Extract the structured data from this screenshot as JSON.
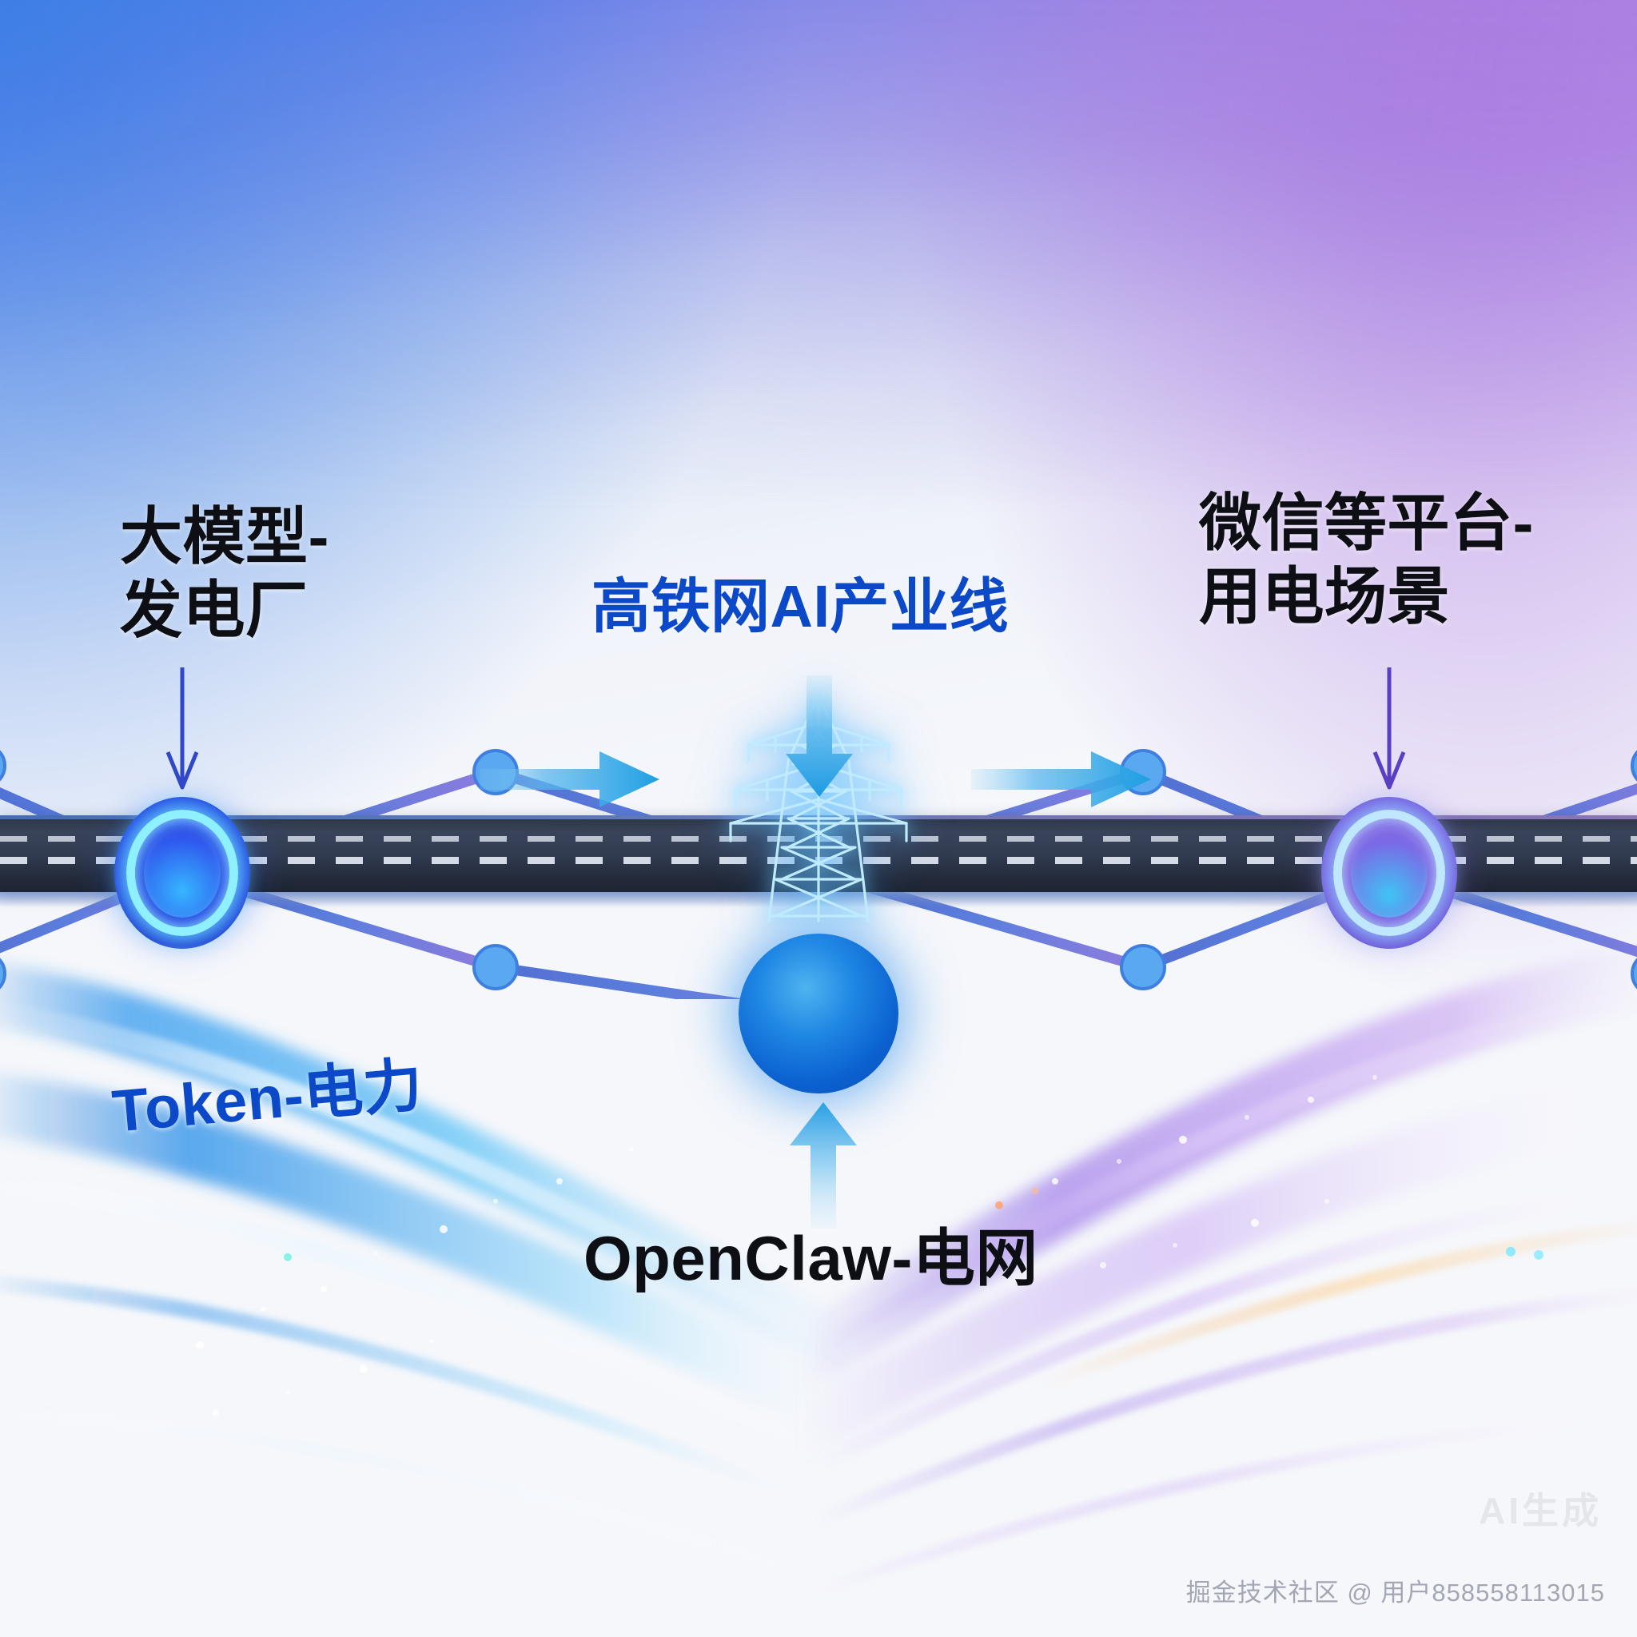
{
  "labels": {
    "left_source": "大模型-\n发电厂",
    "center_pipeline": "高铁网AI产业线",
    "right_consumer": "微信等平台-\n用电场景",
    "token_power": "Token-电力",
    "openclaw_grid": "OpenClaw-电网"
  },
  "watermarks": {
    "ai_generated": "AI生成",
    "community": "掘金技术社区 @ 用户858558113015"
  },
  "icons": {
    "tower": "power-transmission-tower-icon",
    "left_node": "glowing-ring-node-icon",
    "right_node": "glowing-ring-node-icon",
    "hub": "grid-hub-sphere-icon",
    "arrow_right_1": "arrow-right-icon",
    "arrow_right_2": "arrow-right-icon",
    "arrow_down": "arrow-down-icon",
    "arrow_up": "arrow-up-icon",
    "thin_arrow_left": "thin-arrow-down-icon",
    "thin_arrow_right": "thin-arrow-down-icon"
  },
  "colors": {
    "sky_blue": "#4a86e8",
    "sky_purple": "#a87ce2",
    "label_blue": "#0b49c9",
    "label_dark": "#0d0f14",
    "road_dark": "#2b3446",
    "node_blue": "#1f3ee0",
    "node_purple": "#7456df",
    "arrow_blue": "#29a3e8",
    "hub_blue": "#0b61cf",
    "glow_cyan": "#8ff0ff"
  }
}
